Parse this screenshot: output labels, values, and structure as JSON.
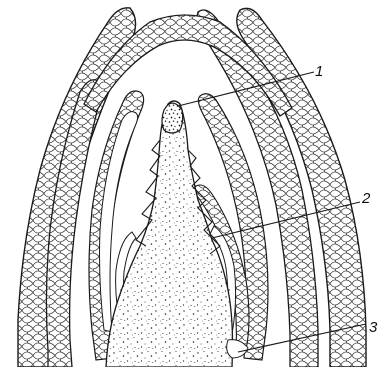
{
  "figure": {
    "ink_color": "#1a1a1a",
    "paper_color": "#ffffff",
    "labels": [
      {
        "id": "1",
        "text": "1"
      },
      {
        "id": "2",
        "text": "2"
      },
      {
        "id": "3",
        "text": "3"
      }
    ]
  }
}
